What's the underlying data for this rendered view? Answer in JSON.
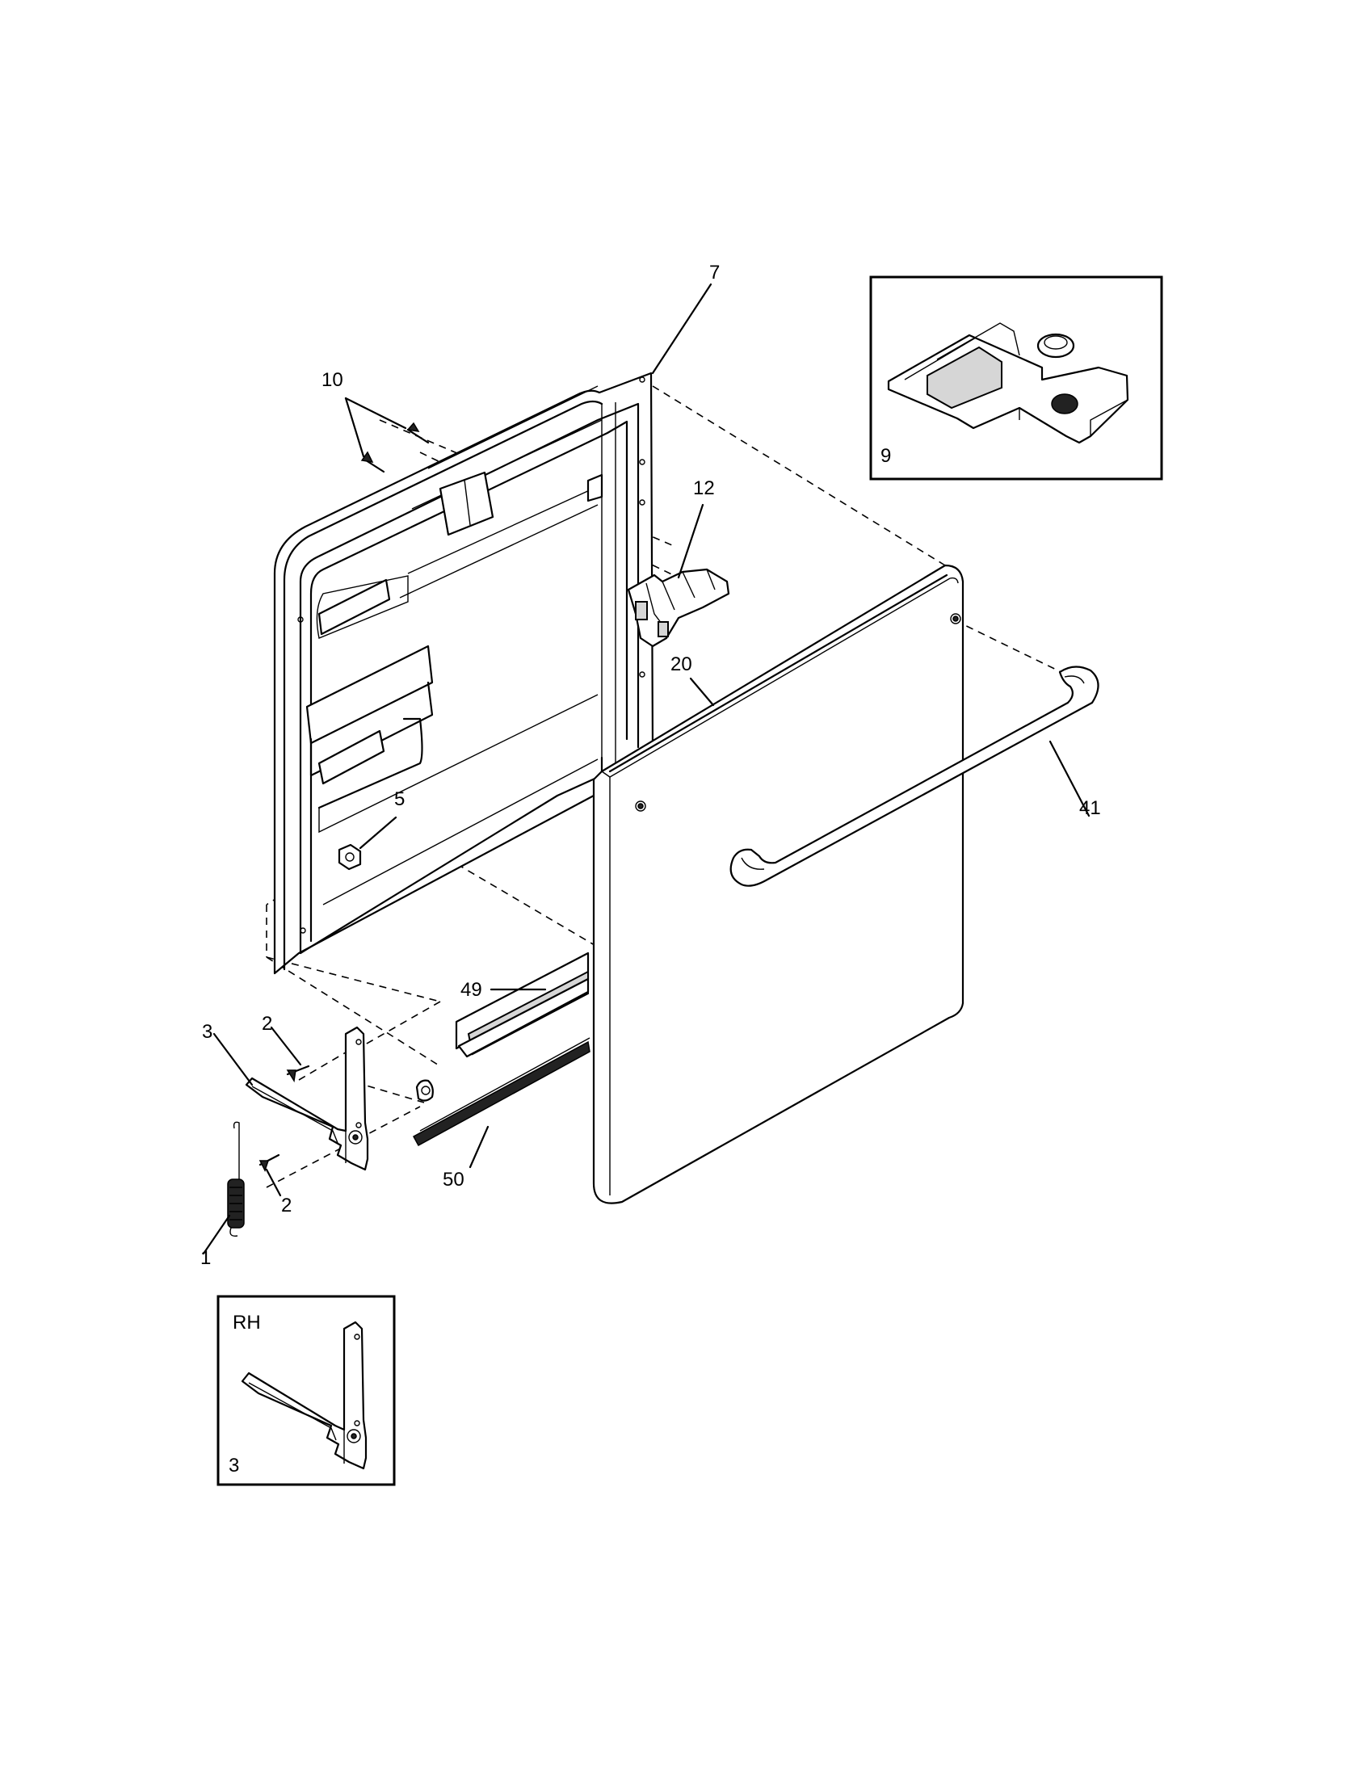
{
  "callouts": {
    "p1": "1",
    "p2a": "2",
    "p2b": "2",
    "p3": "3",
    "p5": "5",
    "p7": "7",
    "p9": "9",
    "p10": "10",
    "p12": "12",
    "p20": "20",
    "p41": "41",
    "p49": "49",
    "p50": "50"
  },
  "inset_rh": {
    "side_label": "RH",
    "part_number": "3"
  }
}
